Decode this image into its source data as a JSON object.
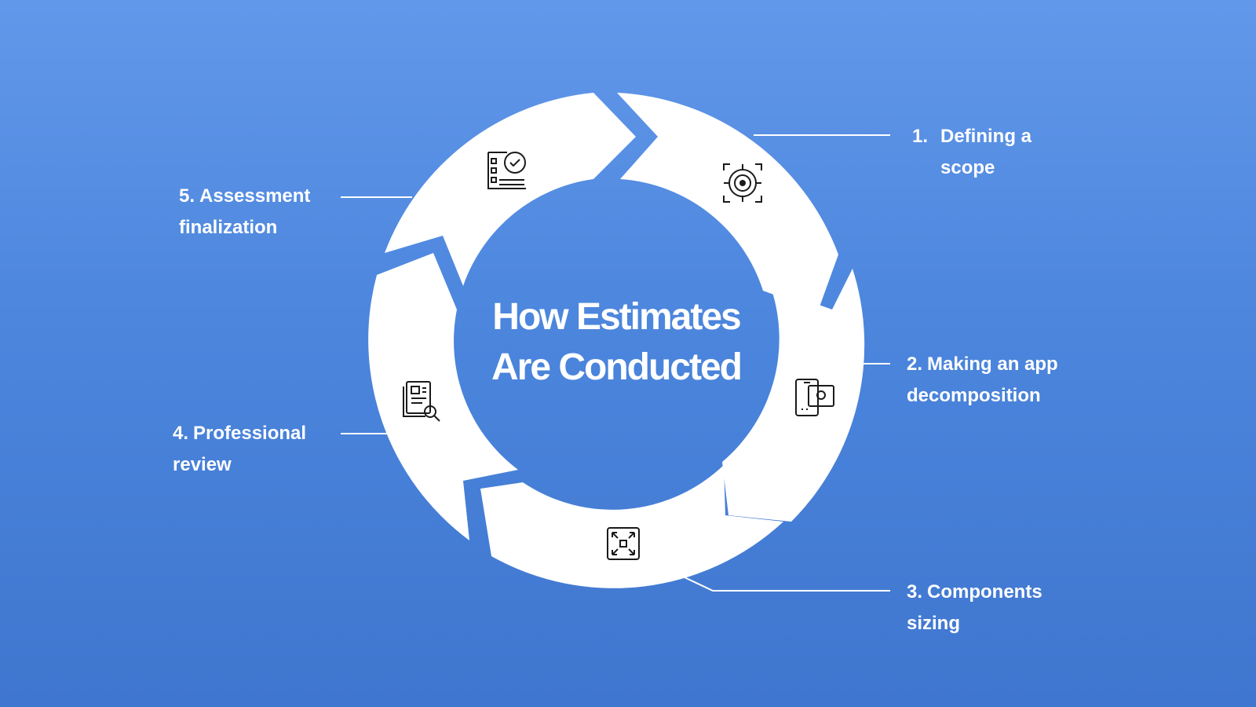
{
  "title": {
    "line1": "How Estimates",
    "line2": "Are Conducted"
  },
  "steps": [
    {
      "number": "1.",
      "label": "Defining a scope",
      "icon": "target-icon"
    },
    {
      "number": "2.",
      "label": "Making an app decomposition",
      "icon": "mobile-app-icon"
    },
    {
      "number": "3.",
      "label": "Components sizing",
      "icon": "resize-icon"
    },
    {
      "number": "4.",
      "label": "Professional review",
      "icon": "document-search-icon"
    },
    {
      "number": "5.",
      "label": "Assessment finalization",
      "icon": "checklist-icon"
    }
  ],
  "colors": {
    "background_top": "#6298ea",
    "background_bottom": "#3f76cf",
    "ring": "#ffffff",
    "text": "#ffffff",
    "icon_stroke": "#1a1a1a"
  }
}
